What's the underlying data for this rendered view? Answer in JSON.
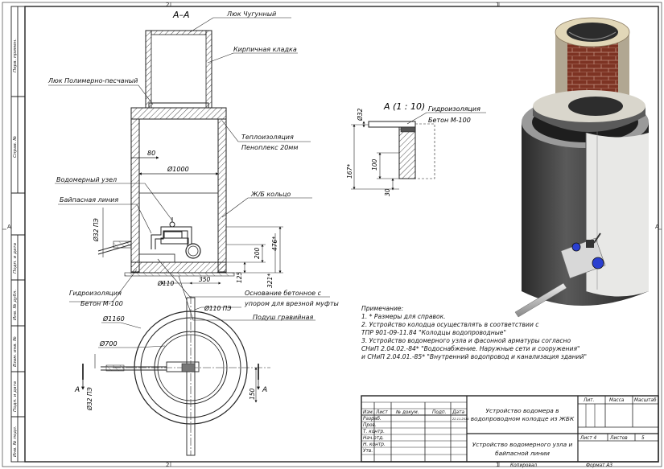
{
  "frame": {
    "zone_top_left": "2",
    "zone_top_right": "1",
    "zone_bottom_left": "2",
    "zone_bottom_right": "1",
    "zone_left_mid": "A",
    "zone_right_mid": "A"
  },
  "side_labels": {
    "perv_primen": "Перв. примен.",
    "sprav": "Справ. №",
    "podp_data_1": "Подп. и дата",
    "inv_dubl": "Инв. № дубл.",
    "vzam_inv": "Взам. инв. №",
    "podp_data_2": "Подп. и дата",
    "inv_podl": "Инв. № подл."
  },
  "section": {
    "title": "A–A",
    "labels": {
      "hatch_cast_iron": "Люк Чугунный",
      "brickwork": "Кирпичная кладка",
      "hatch_polymer": "Люк Полимерно-песчаный",
      "insulation": "Теплоизоляция",
      "insulation_material": "Пеноплекс 20мм",
      "meter_unit": "Водомерный узел",
      "bypass": "Байпасная линия",
      "rc_ring": "Ж/Б кольцо",
      "waterproofing": "Гидроизоляция",
      "waterproofing_material": "Бетон М-100",
      "concrete_base_1": "Основание бетонное с",
      "concrete_base_2": "упором для врезной муфты",
      "gravel_pad": "Подуш гравийная"
    },
    "dims": {
      "d80": "80",
      "d1000": "Ø1000",
      "d32": "Ø32 ПЭ",
      "d476": "476*",
      "d200": "200",
      "d125": "125",
      "d321": "321*",
      "d110": "Ø110",
      "d350": "350"
    }
  },
  "detail": {
    "title": "A (1 : 10)",
    "waterproofing": "Гидроизоляция",
    "waterproofing_material": "Бетон М-100",
    "d32": "Ø32",
    "d167": "167*",
    "d100": "100",
    "d30": "30"
  },
  "plan": {
    "d1160": "Ø1160",
    "d700": "Ø700",
    "d110": "Ø110 ПЭ",
    "d32": "Ø32 ПЭ",
    "d150": "150",
    "cut_a": "A"
  },
  "notes": {
    "title": "Примечание:",
    "lines": [
      "1. * Размеры для справок.",
      "2. Устройство колодца осуществлять в соответствии с",
      "ТПР 901-09-11.84 \"Колодцы водопроводные\"",
      "3. Устройство водомерного узла и фасонной арматуры согласно",
      "СНиП 2.04.02.-84* \"Водоснабжение. Наружные сети и сооружения\"",
      "и СНиП 2.04.01.-85* \"Внутренний водопровод и канализация зданий\""
    ]
  },
  "title_block": {
    "headers": [
      "Изм.",
      "Лист",
      "№ докум.",
      "Подп.",
      "Дата"
    ],
    "date_value": "22.11.2014",
    "roles": [
      "Разраб.",
      "Пров.",
      "Т. контр.",
      "Нач.отд.",
      "Н. контр.",
      "Утв."
    ],
    "doc_title_line1": "Устройство водомера в",
    "doc_title_line2": "водопроводном колодце из ЖБК",
    "sheet_title_line1": "Устройство водомерного узла и",
    "sheet_title_line2": "байпасной линии",
    "col_lit": "Лит.",
    "col_mass": "Масса",
    "col_scale": "Масштаб",
    "sheet_label": "Лист 4",
    "sheets_label": "Листов",
    "sheets_value": "5",
    "copied": "Копировал",
    "format": "Формат А3"
  },
  "colors": {
    "line": "#1a1a1a",
    "concrete_dark": "#3a3a3a",
    "brick": "#8b3a2a",
    "pipe_blue": "#2a3fd0"
  }
}
